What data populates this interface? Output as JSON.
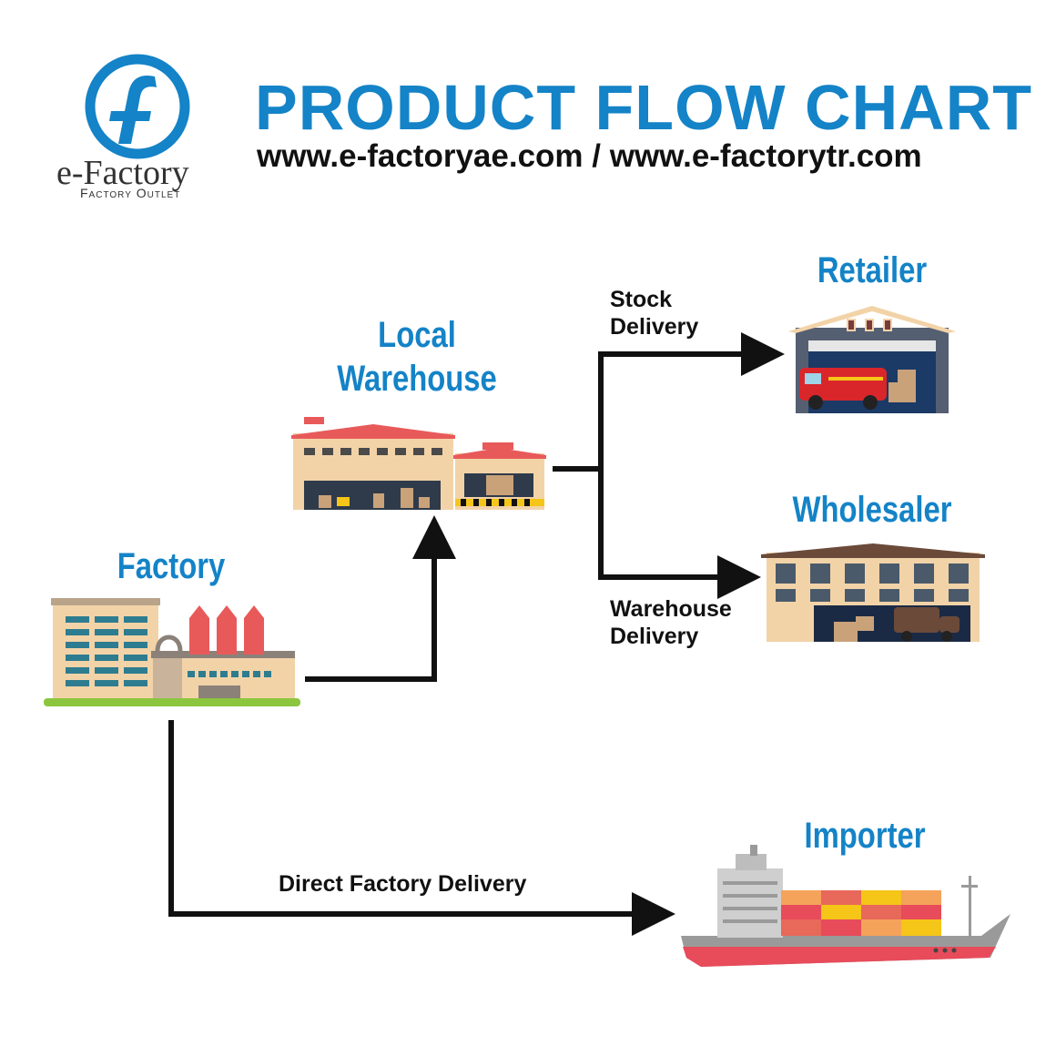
{
  "header": {
    "title": "PRODUCT FLOW CHART",
    "urls": "www.e-factoryae.com / www.e-factorytr.com"
  },
  "logo": {
    "icon": "e-factory-f-logo-icon",
    "brand": "e-Factory",
    "tagline": "Factory Outlet",
    "color": "#1483c7"
  },
  "nodes": {
    "factory": "Factory",
    "warehouse_line1": "Local",
    "warehouse_line2": "Warehouse",
    "retailer": "Retailer",
    "wholesaler": "Wholesaler",
    "importer": "Importer"
  },
  "edges": {
    "stock_line1": "Stock",
    "stock_line2": "Delivery",
    "warehouse_line1": "Warehouse",
    "warehouse_line2": "Delivery",
    "direct": "Direct Factory Delivery"
  },
  "colors": {
    "accent": "#1483c7",
    "arrow": "#111111"
  }
}
